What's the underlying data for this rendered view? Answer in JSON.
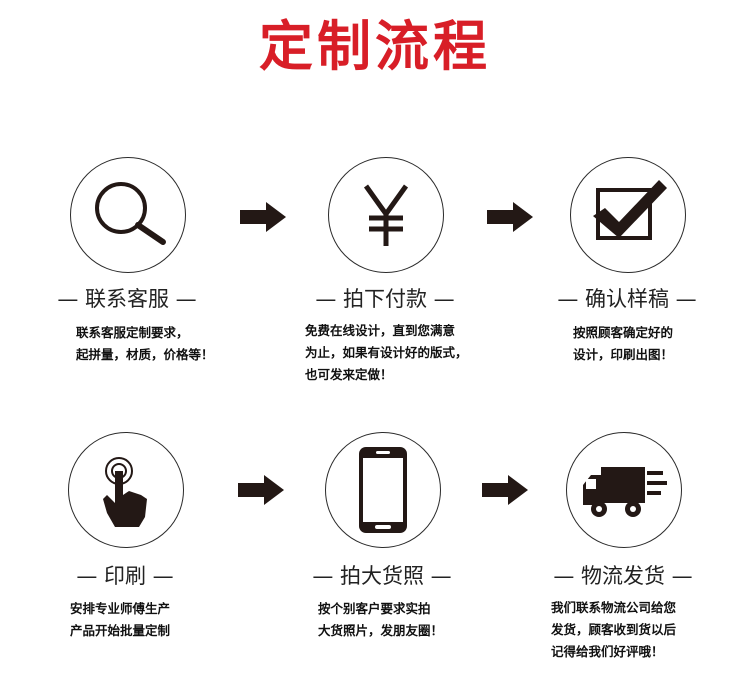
{
  "title": "定制流程",
  "steps": [
    {
      "title": "— 联系客服 —",
      "icon": "magnifier-icon",
      "desc": [
        "联系客服定制要求，",
        "起拼量，材质，价格等！"
      ]
    },
    {
      "title": "— 拍下付款 —",
      "icon": "yen-icon",
      "desc": [
        "免费在线设计，直到您满意",
        "为止，如果有设计好的版式，",
        "也可发来定做！"
      ]
    },
    {
      "title": "— 确认样稿 —",
      "icon": "checkbox-icon",
      "desc": [
        "按照顾客确定好的",
        "设计，印刷出图！"
      ]
    },
    {
      "title": "— 印刷 —",
      "icon": "hand-press-icon",
      "desc": [
        "安排专业师傅生产",
        "产品开始批量定制"
      ]
    },
    {
      "title": "— 拍大货照 —",
      "icon": "smartphone-icon",
      "desc": [
        "按个别客户要求实拍",
        "大货照片，发朋友圈！"
      ]
    },
    {
      "title": "— 物流发货 —",
      "icon": "delivery-truck-icon",
      "desc": [
        "我们联系物流公司给您",
        "发货，顾客收到货以后",
        "记得给我们好评哦！"
      ]
    }
  ],
  "colors": {
    "title": "#d81e27",
    "icon": "#231815"
  }
}
